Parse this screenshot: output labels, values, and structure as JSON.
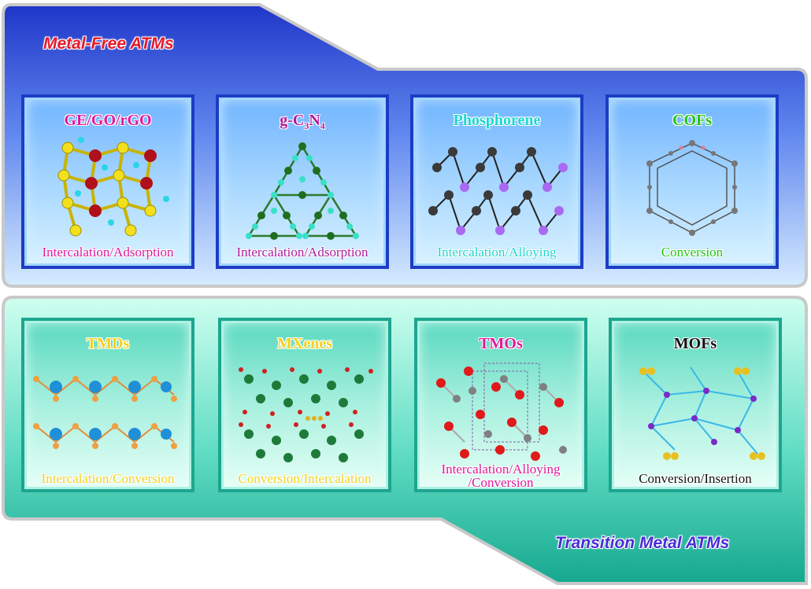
{
  "sections": {
    "top_title": "Metal-Free ATMs",
    "bottom_title": "Transition Metal ATMs"
  },
  "top_cards": [
    {
      "title": "GE/GO/rGO",
      "mechanism": "Intercalation/Adsorption",
      "title_color": "#e0189a",
      "mech_color": "#e0189a"
    },
    {
      "title": "g-C",
      "title_sub1": "3",
      "title_mid": "N",
      "title_sub2": "4",
      "mechanism": "Intercalation/Adsorption",
      "title_color": "#b01a9a",
      "mech_color": "#b01a9a"
    },
    {
      "title": "Phosphorene",
      "mechanism": "Intercalation/Alloying",
      "title_color": "#1fd6d0",
      "mech_color": "#1fd6d0"
    },
    {
      "title": "COFs",
      "mechanism": "Conversion",
      "title_color": "#22c418",
      "mech_color": "#22c418"
    }
  ],
  "bottom_cards": [
    {
      "title": "TMDs",
      "mechanism": "Intercalation/Conversion",
      "title_color": "#f2d21e",
      "mech_color": "#f2d21e"
    },
    {
      "title": "MXenes",
      "mechanism": "Conversion/Intercalation",
      "title_color": "#f2d21e",
      "mech_color": "#f2d21e"
    },
    {
      "title": "TMOs",
      "mechanism_line1": "Intercalation/Alloying",
      "mechanism_line2": "/Conversion",
      "title_color": "#e0189a",
      "mech_color": "#e0189a"
    },
    {
      "title": "MOFs",
      "mechanism": "Conversion/Insertion",
      "title_color": "#111111",
      "mech_color": "#111111"
    }
  ],
  "colors": {
    "top_panel_dark": "#1f36c8",
    "top_panel_light": "#d6ecff",
    "bottom_panel_dark": "#1bb39a",
    "bottom_panel_light": "#cffff0"
  }
}
